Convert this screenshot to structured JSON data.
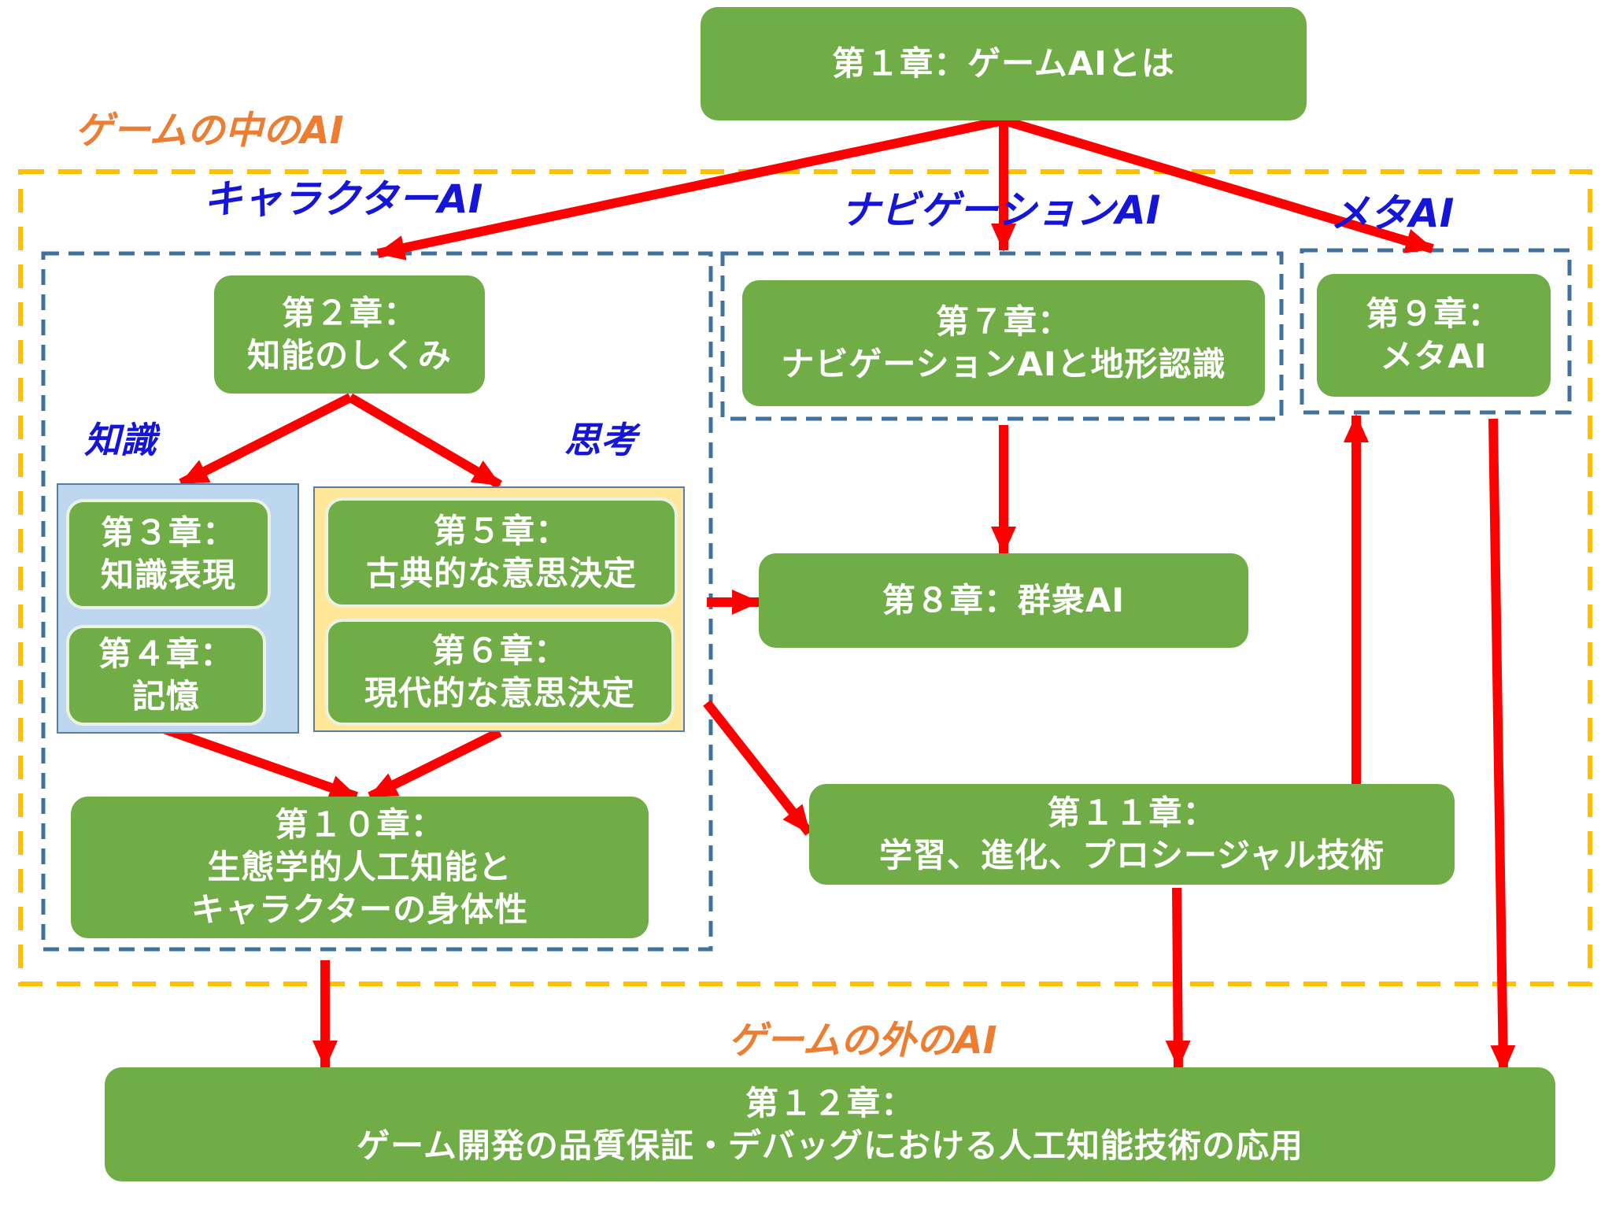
{
  "regions": {
    "in_game": "ゲームの中のAI",
    "out_game": "ゲームの外のAI",
    "character": "キャラクターAI",
    "navigation": "ナビゲーションAI",
    "meta": "メタAI",
    "knowledge": "知識",
    "thinking": "思考"
  },
  "chapters": {
    "ch1": {
      "lines": [
        "第１章：ゲームAIとは"
      ]
    },
    "ch2": {
      "lines": [
        "第２章：",
        "知能のしくみ"
      ]
    },
    "ch3": {
      "lines": [
        "第３章：",
        "知識表現"
      ]
    },
    "ch4": {
      "lines": [
        "第４章：",
        "記憶"
      ]
    },
    "ch5": {
      "lines": [
        "第５章：",
        "古典的な意思決定"
      ]
    },
    "ch6": {
      "lines": [
        "第６章：",
        "現代的な意思決定"
      ]
    },
    "ch7": {
      "lines": [
        "第７章：",
        "ナビゲーションAIと地形認識"
      ]
    },
    "ch8": {
      "lines": [
        "第８章：群衆AI"
      ]
    },
    "ch9": {
      "lines": [
        "第９章：",
        "メタAI"
      ]
    },
    "ch10": {
      "lines": [
        "第１０章：",
        "生態学的人工知能と",
        "キャラクターの身体性"
      ]
    },
    "ch11": {
      "lines": [
        "第１１章：",
        "学習、進化、プロシージャル技術"
      ]
    },
    "ch12": {
      "lines": [
        "第１２章：",
        "ゲーム開発の品質保証・デバッグにおける人工知能技術の応用"
      ]
    }
  },
  "colors": {
    "box": "#70ad47",
    "box_text": "#ffffff",
    "arrow": "#ff0000",
    "outer_frame": "#ffc000",
    "inner_frame": "#41719c",
    "knowledge_fill": "#bdd7ee",
    "thinking_fill": "#ffe699",
    "region_orange": "#ed7d31",
    "region_blue": "#1515d8"
  }
}
